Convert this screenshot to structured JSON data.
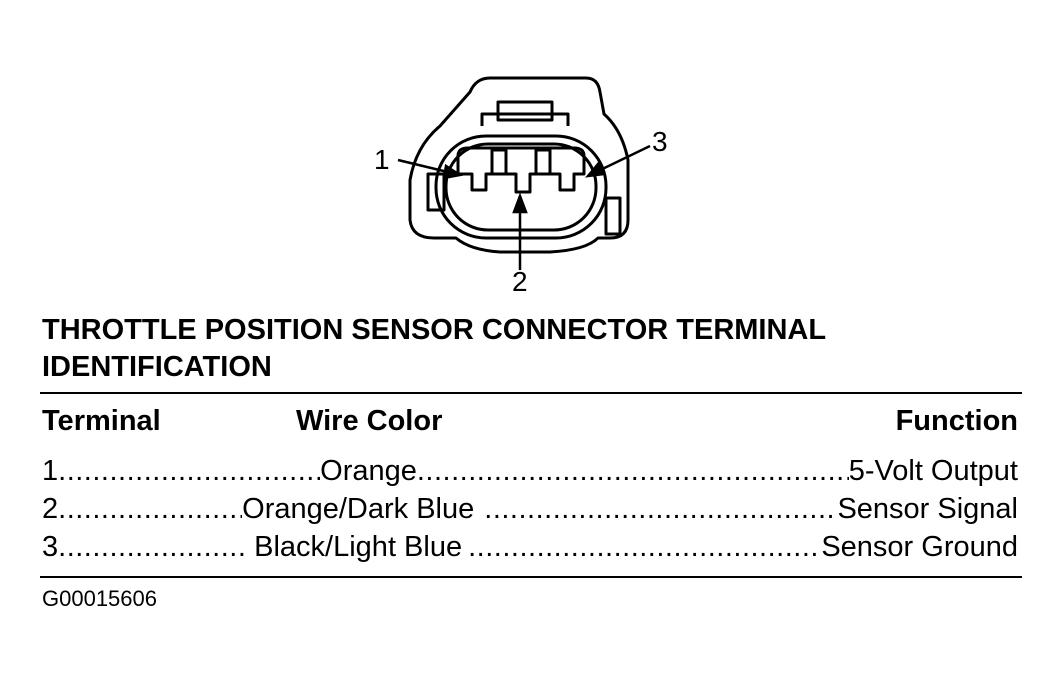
{
  "diagram": {
    "callouts": [
      "1",
      "2",
      "3"
    ]
  },
  "title_line1": "THROTTLE POSITION SENSOR CONNECTOR TERMINAL",
  "title_line2": "IDENTIFICATION",
  "columns": [
    "Terminal",
    "Wire Color",
    "Function"
  ],
  "rows": [
    {
      "terminal": "1",
      "wire_color": "Orange",
      "function": "5-Volt Output"
    },
    {
      "terminal": "2",
      "wire_color": "Orange/Dark Blue",
      "function": "Sensor Signal"
    },
    {
      "terminal": "3",
      "wire_color": "Black/Light Blue",
      "function": "Sensor Ground"
    }
  ],
  "caption": "G00015606"
}
